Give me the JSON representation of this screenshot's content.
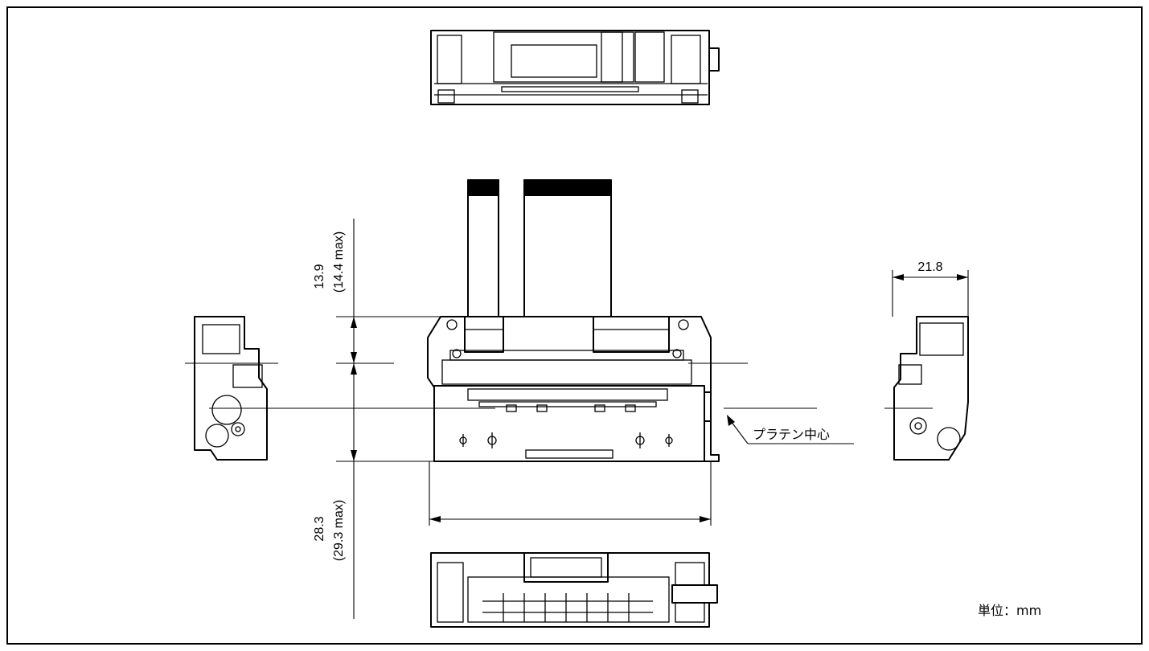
{
  "dimensions": {
    "top_height": "13.9",
    "top_height_max": "(14.4 max)",
    "bottom_height": "28.3",
    "bottom_height_max": "(29.3 max)",
    "depth": "21.8"
  },
  "labels": {
    "platen_center": "プラテン中心",
    "unit": "単位：mm"
  }
}
